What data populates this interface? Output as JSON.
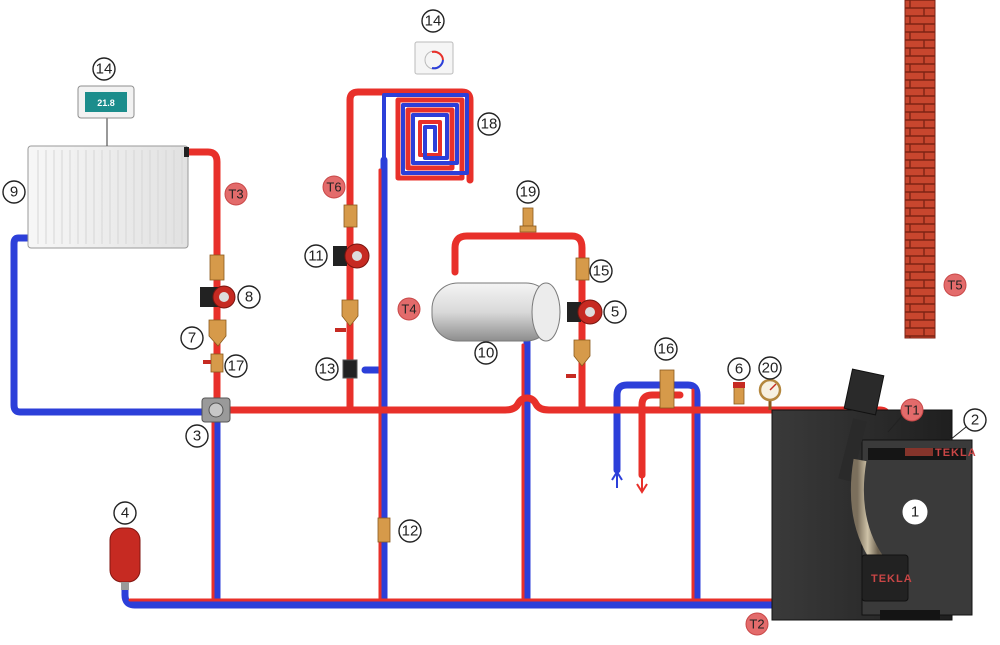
{
  "callouts": {
    "boiler": "1",
    "controller": "2",
    "mixing_valve": "3",
    "expansion_vessel": "4",
    "pump_buffer": "5",
    "safety_valve": "6",
    "filter": "7",
    "pump_radiator": "8",
    "radiator": "9",
    "buffer_tank": "10",
    "pump_floor": "11",
    "valve_bottom": "12",
    "check_valve": "13",
    "thermostat_room": "14",
    "thermostat_floor": "14",
    "valve_buffer_top": "15",
    "thermostatic_valve": "16",
    "valve_radiator_bottom": "17",
    "floor_heating": "18",
    "air_vent": "19",
    "pressure_gauge": "20"
  },
  "sensors": {
    "t1": "T1",
    "t2": "T2",
    "t3": "T3",
    "t4": "T4",
    "t5": "T5",
    "t6": "T6"
  },
  "displays": {
    "room_thermostat_temp": "21.8",
    "boiler_brand": "TEKLA",
    "boiler_panel_brand": "TEKLA"
  },
  "colors": {
    "hot_pipe": "#e8302a",
    "cold_pipe": "#2c3fd9",
    "sensor": "#e36b6b",
    "brick": "#c8462e",
    "boiler": "#2e2e2e"
  }
}
